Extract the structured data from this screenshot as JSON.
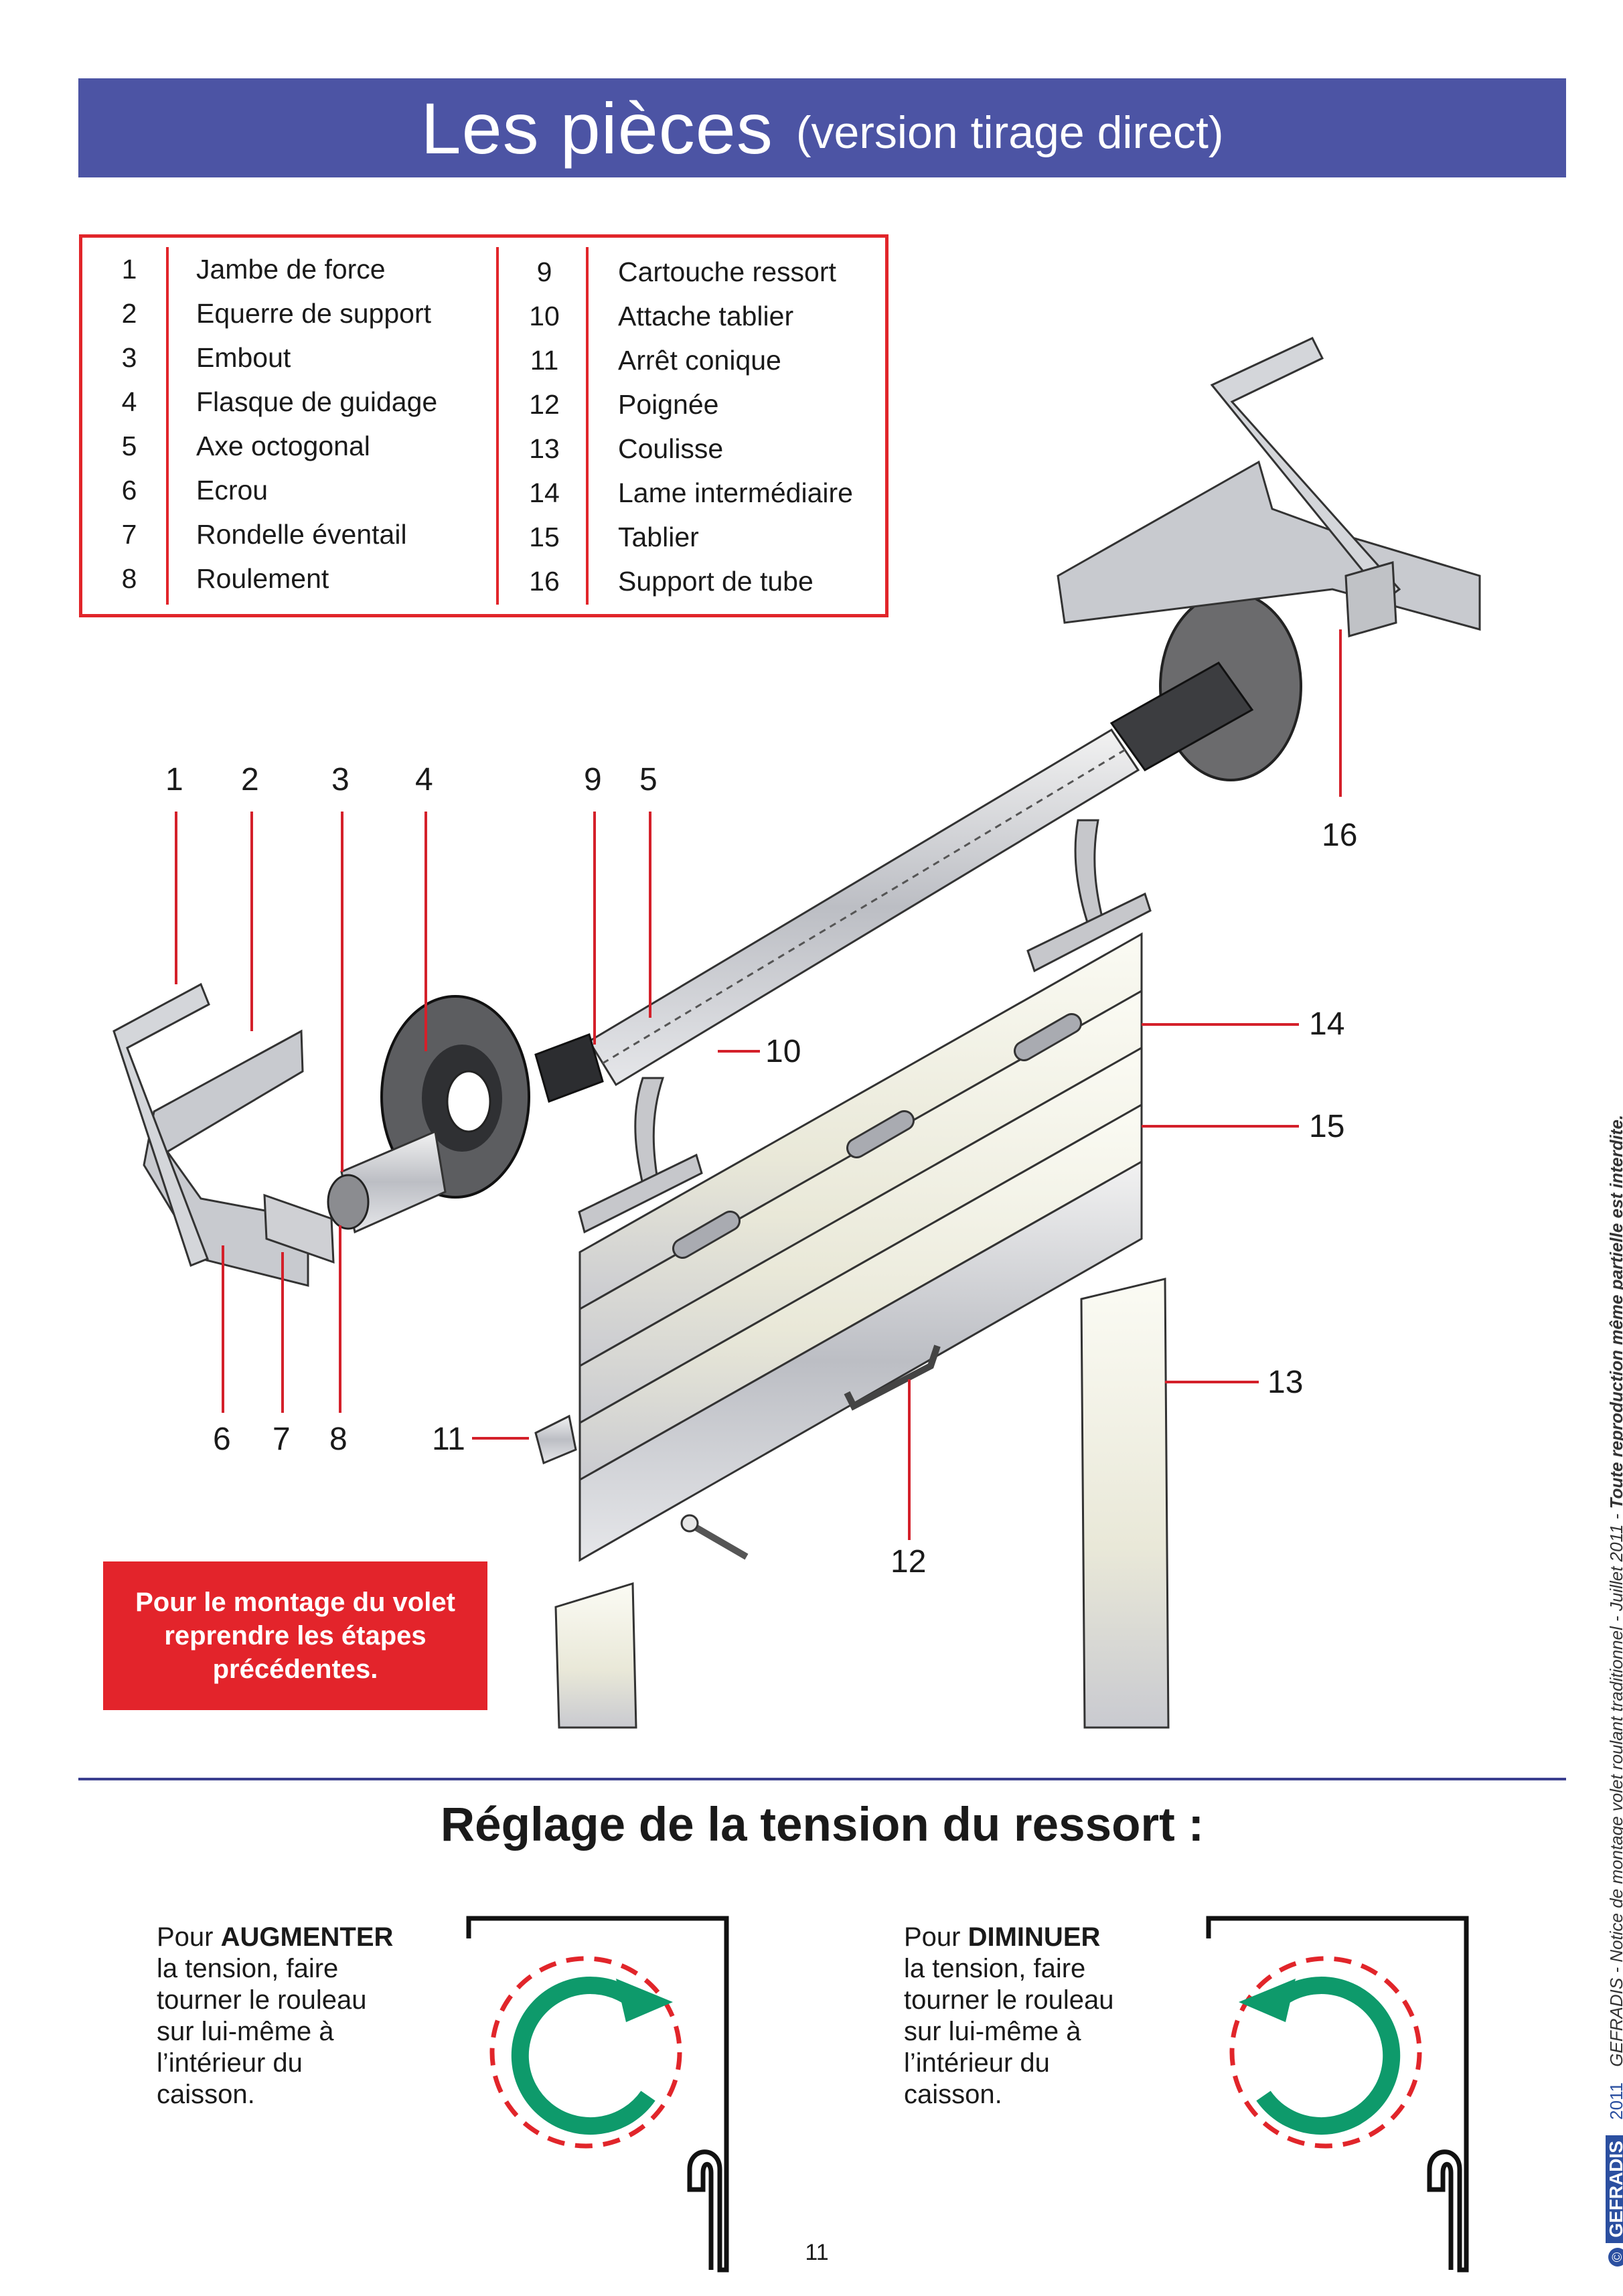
{
  "header": {
    "title": "Les pièces",
    "subtitle": "(version tirage direct)"
  },
  "parts": [
    {
      "num": "1",
      "label": "Jambe de force"
    },
    {
      "num": "2",
      "label": "Equerre de support"
    },
    {
      "num": "3",
      "label": "Embout"
    },
    {
      "num": "4",
      "label": "Flasque de guidage"
    },
    {
      "num": "5",
      "label": "Axe octogonal"
    },
    {
      "num": "6",
      "label": "Ecrou"
    },
    {
      "num": "7",
      "label": "Rondelle éventail"
    },
    {
      "num": "8",
      "label": "Roulement"
    },
    {
      "num": "9",
      "label": "Cartouche ressort"
    },
    {
      "num": "10",
      "label": "Attache tablier"
    },
    {
      "num": "11",
      "label": "Arrêt conique"
    },
    {
      "num": "12",
      "label": "Poignée"
    },
    {
      "num": "13",
      "label": "Coulisse"
    },
    {
      "num": "14",
      "label": "Lame intermédiaire"
    },
    {
      "num": "15",
      "label": "Tablier"
    },
    {
      "num": "16",
      "label": "Support de tube"
    }
  ],
  "callouts": [
    "1",
    "2",
    "3",
    "4",
    "9",
    "5",
    "16",
    "14",
    "10",
    "15",
    "13",
    "6",
    "7",
    "8",
    "11",
    "12"
  ],
  "note": {
    "line1": "Pour le montage du volet",
    "line2": "reprendre les étapes",
    "line3": "précédentes."
  },
  "section": {
    "title": "Réglage de la tension du ressort :"
  },
  "increase": {
    "prefix": "Pour ",
    "keyword": "AUGMENTER",
    "lines": [
      "la tension, faire",
      "tourner le rouleau",
      "sur lui-même à",
      "l’intérieur du",
      "caisson."
    ]
  },
  "decrease": {
    "prefix": "Pour ",
    "keyword": "DIMINUER",
    "lines": [
      "la tension, faire",
      "tourner le rouleau",
      "sur lui-même à",
      "l’intérieur du",
      "caisson."
    ]
  },
  "footer": {
    "page_number": "11",
    "brand": "GEFRADIS",
    "year": "2011",
    "doc_ref": "GEFRADIS - Notice de montage volet roulant traditionnel - Juillet 2011 - ",
    "copyright": "Toute reproduction même partielle est interdite."
  },
  "colors": {
    "banner": "#4c54a4",
    "accent_red": "#e1252a",
    "arrow_green": "#0e9a6b",
    "dash_red": "#e1252a"
  }
}
